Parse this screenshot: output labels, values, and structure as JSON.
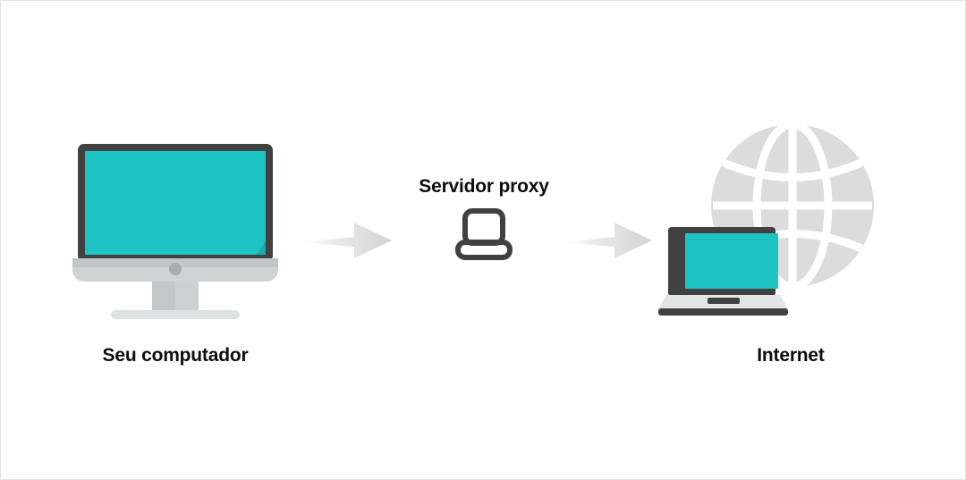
{
  "diagram": {
    "title_not_shown": "",
    "background_color": "#ffffff",
    "border_color": "#e2e2e2",
    "accent_color": "#1ec4c4",
    "dark_color": "#414141",
    "gray_color": "#dcdcdc",
    "arrow_color": "#d4d4d4"
  },
  "nodes": {
    "computer": {
      "label": "Seu computador",
      "icon": "desktop-monitor-icon",
      "screen_color": "#1ec4c4",
      "frame_color": "#414141"
    },
    "proxy": {
      "label": "Servidor proxy",
      "icon": "laptop-outline-icon",
      "icon_color": "#414141"
    },
    "internet": {
      "label": "Internet",
      "icon": "globe-icon",
      "secondary_icon": "laptop-icon",
      "globe_color": "#dcdcdc",
      "screen_color": "#1ec4c4"
    }
  },
  "connectors": [
    {
      "name": "arrow-computer-to-proxy",
      "from": "computer",
      "to": "proxy",
      "direction": "right",
      "color": "#d4d4d4"
    },
    {
      "name": "arrow-proxy-to-internet",
      "from": "proxy",
      "to": "internet",
      "direction": "right",
      "color": "#d4d4d4"
    }
  ]
}
